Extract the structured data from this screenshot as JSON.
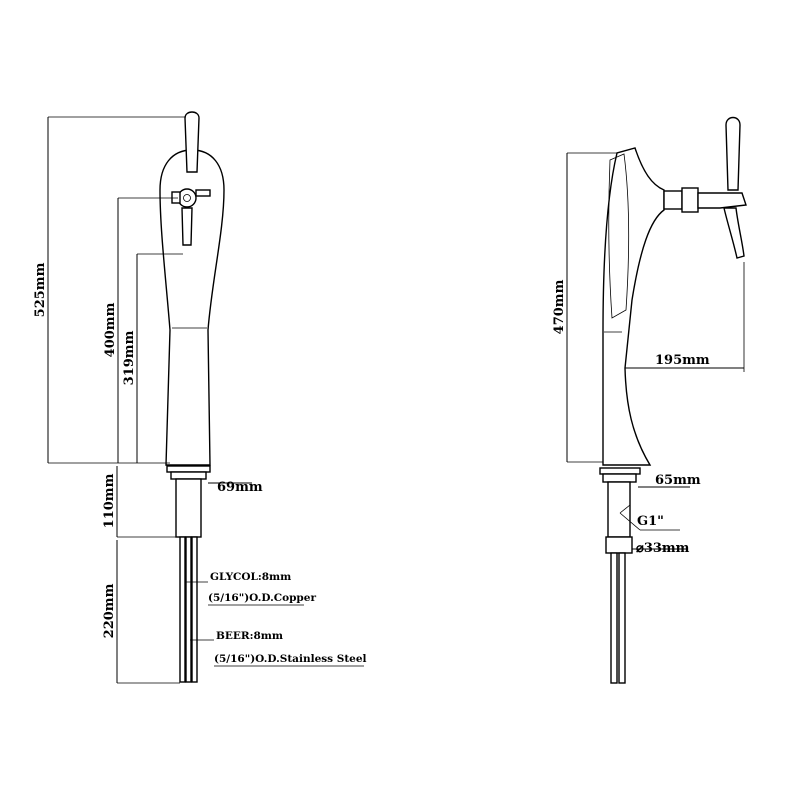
{
  "front_view": {
    "dim_total_height": "525mm",
    "dim_spout_height": "400mm",
    "dim_outlet_height": "319mm",
    "dim_shank_length": "110mm",
    "dim_base_width": "69mm",
    "dim_python_length": "220mm",
    "glycol_label": "GLYCOL:8mm",
    "glycol_spec": "(5/16\")O.D.Copper",
    "beer_label": "BEER:8mm",
    "beer_spec": "(5/16\")O.D.Stainless Steel"
  },
  "side_view": {
    "dim_height": "470mm",
    "dim_reach": "195mm",
    "dim_base_width": "65mm",
    "thread_label": "G1\"",
    "dim_diameter": "⌀33mm"
  }
}
